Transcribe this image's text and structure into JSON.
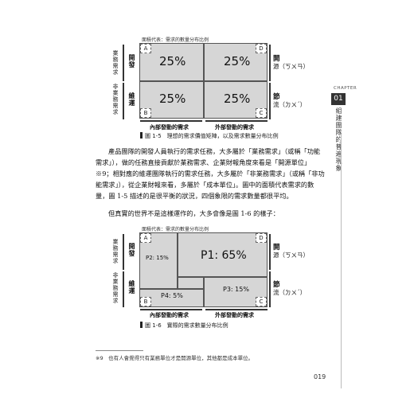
{
  "chapter": {
    "word": "CHAPTER",
    "number": "01",
    "title": "組建團隊的普遍現象"
  },
  "figure1": {
    "top_caption": "面積代表：需求的數量分布比例",
    "corners": [
      "A",
      "D",
      "B",
      "C"
    ],
    "percentages": [
      "25%",
      "25%",
      "25%",
      "25%"
    ],
    "left_outer_top": "業務需求",
    "left_outer_bottom": "非業務需求",
    "left_inner_top": "開發",
    "left_inner_bottom": "維運",
    "right_top_char": "開",
    "right_top_phon": "源（ㄎㄨㄢ）",
    "right_bottom_char": "節",
    "right_bottom_phon": "流（ㄉㄨˊ）",
    "axis_left": "內部發動的需求",
    "axis_right": "外部發動的需求",
    "caption_label": "圖 1-5",
    "caption_text": "理想的需求價值矩陣，以及需求數量分布比例"
  },
  "paragraph1": "產品團隊的開發人員執行的需求任務，大多屬於「業務需求」（或稱「功能需求」），做的任務直接貢獻於業務需求、企業財報角度來看是「開源單位」※9；相對應的維運團隊執行的需求任務，大多屬於「非業務需求」（或稱「非功能需求」），從企業財報來看，多屬於「成本單位」。圖中的面積代表需求的數量，圖 1-5 描述的是很平衡的狀況，四個象限的需求數量都很平均。",
  "paragraph2": "但真實的世界不是這樣運作的，大多會像是圖 1-6 的樣子：",
  "figure2": {
    "top_caption": "面積代表：需求的數量分布比例",
    "corners": [
      "A",
      "D",
      "B",
      "C"
    ],
    "p1": "P1: 65%",
    "p2": "P2: 15%",
    "p3": "P3: 15%",
    "p4": "P4: 5%",
    "left_outer_top": "業務需求",
    "left_outer_bottom": "非業務需求",
    "left_inner_top": "開發",
    "left_inner_bottom": "維運",
    "right_top_char": "開",
    "right_top_phon": "源（ㄎㄨㄢ）",
    "right_bottom_char": "節",
    "right_bottom_phon": "流（ㄉㄨˊ）",
    "axis_left": "內部發動的需求",
    "axis_right": "外部發動的需求",
    "caption_label": "圖 1-6",
    "caption_text": "實際的需求數量分布比例"
  },
  "footnote": "※9　也有人會覺得只有業務單位才是開源單位，其他都是成本單位。",
  "page_number": "019",
  "colors": {
    "quad_fill": "#d6d6d6",
    "ink": "#1a1a1a"
  }
}
